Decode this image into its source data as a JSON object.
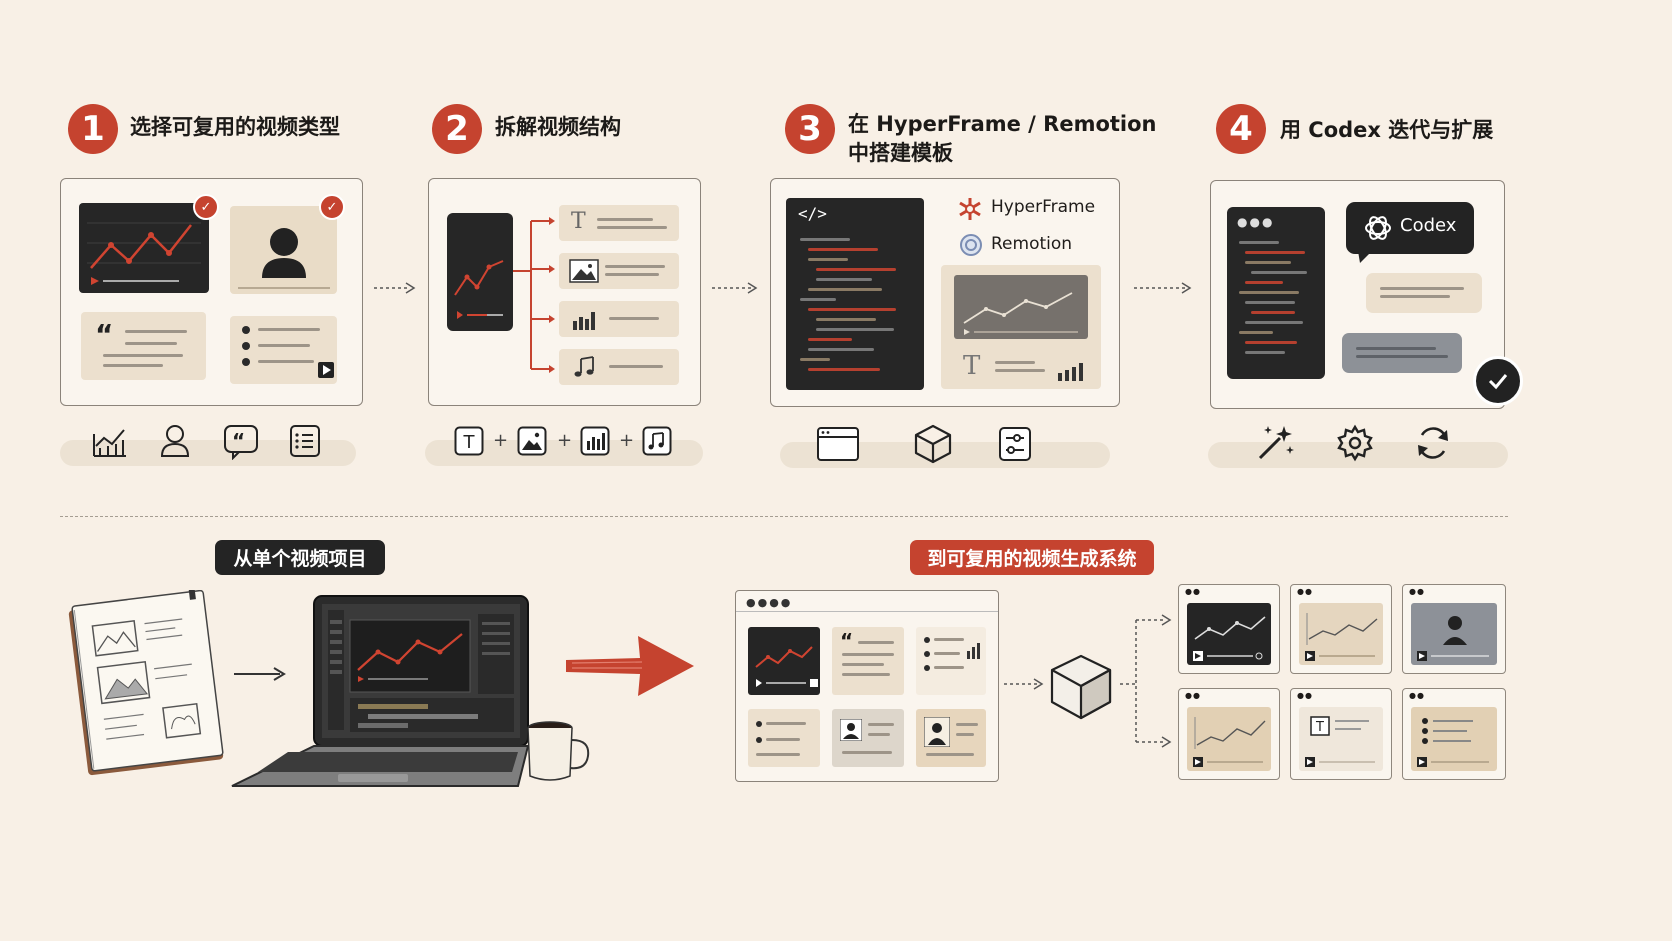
{
  "steps": [
    {
      "number": "1",
      "title": "选择可复用的视频类型"
    },
    {
      "number": "2",
      "title": "拆解视频结构"
    },
    {
      "number": "3",
      "title_line1": "在 HyperFrame / Remotion",
      "title_line2": "中搭建模板"
    },
    {
      "number": "4",
      "title": "用 Codex 迭代与扩展"
    }
  ],
  "panel3": {
    "hyperframe_label": "HyperFrame",
    "remotion_label": "Remotion",
    "code_tag": "</>"
  },
  "panel4": {
    "codex_label": "Codex"
  },
  "bottom": {
    "from_label": "从单个视频项目",
    "to_label": "到可复用的视频生成系统"
  },
  "colors": {
    "accent": "#c5432f",
    "dark": "#262626",
    "beige": "#ece0ce",
    "background": "#f8f0e6"
  },
  "icons": {
    "row1": [
      "line-chart-icon",
      "person-icon",
      "quote-bubble-icon",
      "list-icon"
    ],
    "row2": [
      "text-icon",
      "image-icon",
      "bar-chart-icon",
      "music-note-icon"
    ],
    "row3": [
      "browser-window-icon",
      "cube-icon",
      "sliders-icon"
    ],
    "row4": [
      "magic-wand-icon",
      "gear-icon",
      "refresh-icon"
    ]
  }
}
